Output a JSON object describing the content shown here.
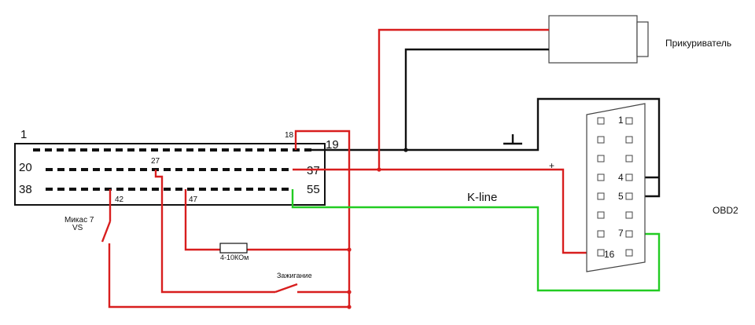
{
  "colors": {
    "power_wire": "#d81e1e",
    "ground_wire": "#111111",
    "kline_wire": "#22cc22",
    "outline": "#111111",
    "socket_outline": "#444444"
  },
  "ecu": {
    "row_labels": {
      "r1_start": "1",
      "r2_start": "20",
      "r3_start": "38",
      "r1_end": "19",
      "r2_end": "37",
      "r3_end": "55"
    },
    "pin_labels": {
      "p18": "18",
      "p27": "27",
      "p42": "42",
      "p47": "47"
    },
    "name_line1": "Микас 7",
    "name_line2": "VS"
  },
  "resistor_label": "4-10КОм",
  "ignition_label": "Зажигание",
  "lighter_label": "Прикуриватель",
  "ground_symbol": "⊥",
  "plus_symbol": "+",
  "kline_label": "K-line",
  "obd": {
    "title": "OBD2",
    "pins": {
      "p1": "1",
      "p4": "4",
      "p5": "5",
      "p7": "7",
      "p16": "16"
    }
  }
}
